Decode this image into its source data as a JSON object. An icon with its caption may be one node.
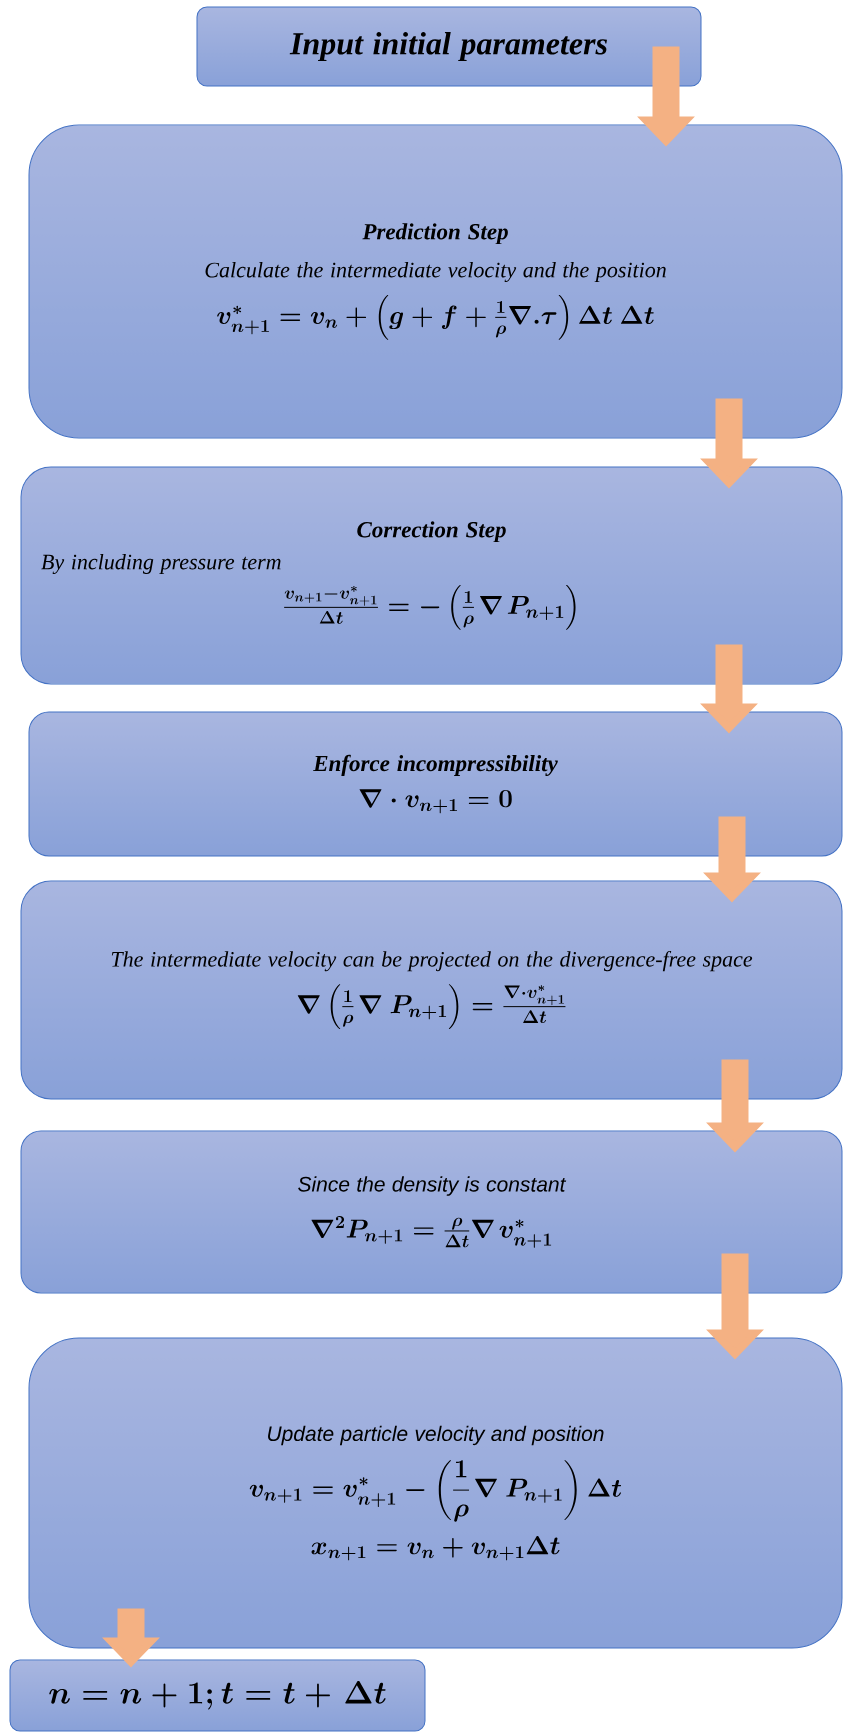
{
  "diagram": {
    "nodes": [
      {
        "text": [
          "Input initial parameters"
        ]
      },
      {
        "text": [
          "Prediction Step",
          "Calculate the intermediate velocity and the position",
          "v^{*}_{n+1} = v_n + \\left(g + f + \\frac{1}{\\rho}\\nabla . \\tau\\right) \\Delta t \\ \\ \\Delta t"
        ]
      },
      {
        "text": [
          "Correction Step",
          "By including pressure term",
          "\\frac{v_{n+1}-v^{*}_{n+1}}{\\Delta t} = -\\left(\\frac{1}{\\rho}\\ \\nabla\\ P_{n+1}\\right)"
        ]
      },
      {
        "text": [
          "Enforce incompressibility",
          "\\nabla\\cdot v_{n+1} = 0"
        ]
      },
      {
        "text": [
          "The intermediate velocity can be projected on the divergence-free space",
          "\\nabla\\left(\\frac{1}{\\rho}\\ \\nabla\\ \\ P_{n+1}\\right) = \\frac{\\nabla\\cdot v^{*}_{n+1}}{\\Delta t}"
        ]
      },
      {
        "text": [
          "Since the density is constant",
          "\\nabla^{2}P_{n+1} = \\frac{\\rho}{\\Delta t}\\nabla\\ v^{*}_{n+1}"
        ]
      },
      {
        "text": [
          "Update particle velocity and position",
          "v_{n+1} = v^{*}_{n+1} - \\left(\\frac{1}{\\rho}\\ \\nabla\\ \\ P_{n+1}\\right)\\Delta t",
          "x_{n+1} = v_n + v_{n+1}\\Delta t"
        ]
      },
      {
        "text": [
          "n = n + 1; t = t + \\ \\Delta t"
        ]
      }
    ],
    "edges": [
      {
        "from": 0,
        "to": 1,
        "arrow": "to"
      },
      {
        "from": 1,
        "to": 2,
        "arrow": "to"
      },
      {
        "from": 2,
        "to": 3,
        "arrow": "to"
      },
      {
        "from": 3,
        "to": 4,
        "arrow": "to"
      },
      {
        "from": 4,
        "to": 5,
        "arrow": "to"
      },
      {
        "from": 5,
        "to": 6,
        "arrow": "to"
      },
      {
        "from": 6,
        "to": 7,
        "arrow": "to"
      }
    ]
  }
}
